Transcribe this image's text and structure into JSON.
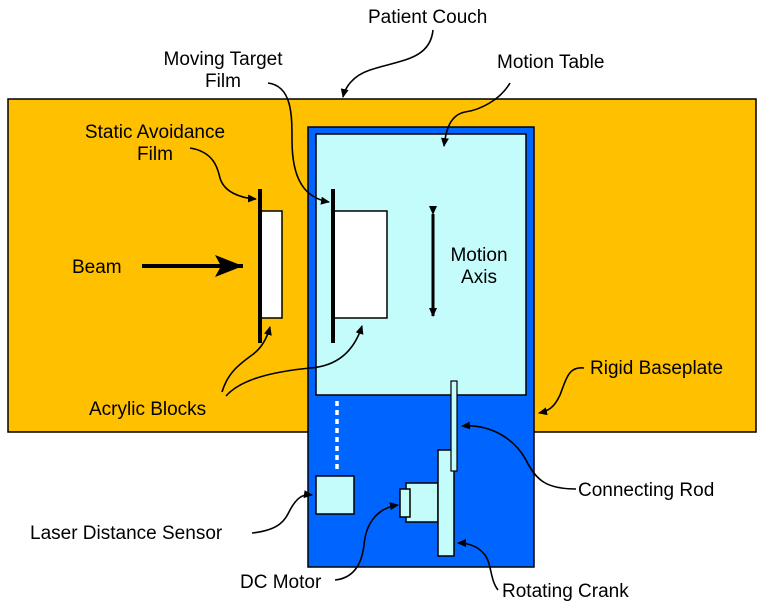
{
  "colors": {
    "couch": "#ffc000",
    "baseplate": "#0064ff",
    "motion_table": "#c4fcfc",
    "outline": "#000000",
    "block": "#ffffff",
    "dashes": "#ffffff"
  },
  "labels": {
    "patient_couch": "Patient Couch",
    "moving_target_film_line1": "Moving Target",
    "moving_target_film_line2": "Film",
    "motion_table": "Motion Table",
    "static_avoidance_film_line1": "Static Avoidance",
    "static_avoidance_film_line2": "Film",
    "beam": "Beam",
    "motion_axis_line1": "Motion",
    "motion_axis_line2": "Axis",
    "rigid_baseplate": "Rigid Baseplate",
    "acrylic_blocks": "Acrylic Blocks",
    "connecting_rod": "Connecting Rod",
    "laser_distance_sensor": "Laser Distance Sensor",
    "dc_motor": "DC Motor",
    "rotating_crank": "Rotating Crank"
  }
}
